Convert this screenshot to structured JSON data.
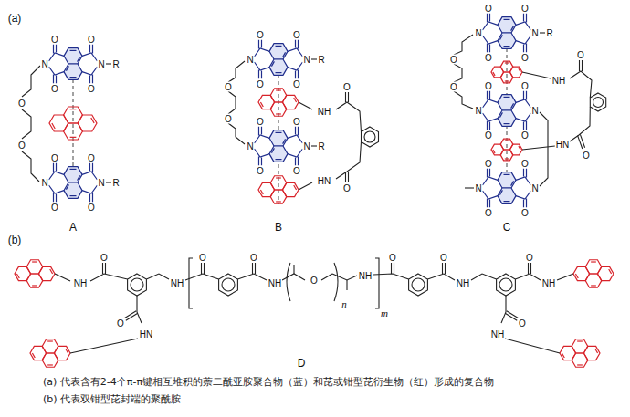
{
  "diagram": {
    "labels": [
      "(a)",
      "A",
      "B",
      "C",
      "(b)",
      "D",
      "(a) 代表含有2-4个π-π键相互堆积的萘二酰亚胺聚合物（蓝）和芘或钳型芘衍生物（红）形成的复合物",
      "(b) 代表双钳型芘封端的聚酰胺",
      "O",
      "O",
      "N",
      "O",
      "O",
      "N",
      "O",
      "O",
      "N",
      "O",
      "O",
      "N",
      "O",
      "O",
      "N",
      "O",
      "O",
      "N",
      "O",
      "O",
      "N",
      "O",
      "O",
      "N",
      "O",
      "O",
      "N",
      "O",
      "O",
      "N",
      "O",
      "O",
      "N",
      "O",
      "O",
      "N",
      "O",
      "O",
      "N",
      "O",
      "O",
      "N",
      "R",
      "R",
      "R",
      "R",
      "R",
      "O",
      "O",
      "O",
      "O",
      "O",
      "O",
      "NH",
      "O",
      "O",
      "HN",
      "NH",
      "O",
      "O",
      "HN",
      "NH",
      "O",
      "O",
      "HN",
      "NH",
      "O",
      "O",
      "NH",
      "O",
      "n",
      "NH",
      "m",
      "O",
      "O",
      "NH",
      "O",
      "NH",
      "O",
      "NH"
    ]
  }
}
